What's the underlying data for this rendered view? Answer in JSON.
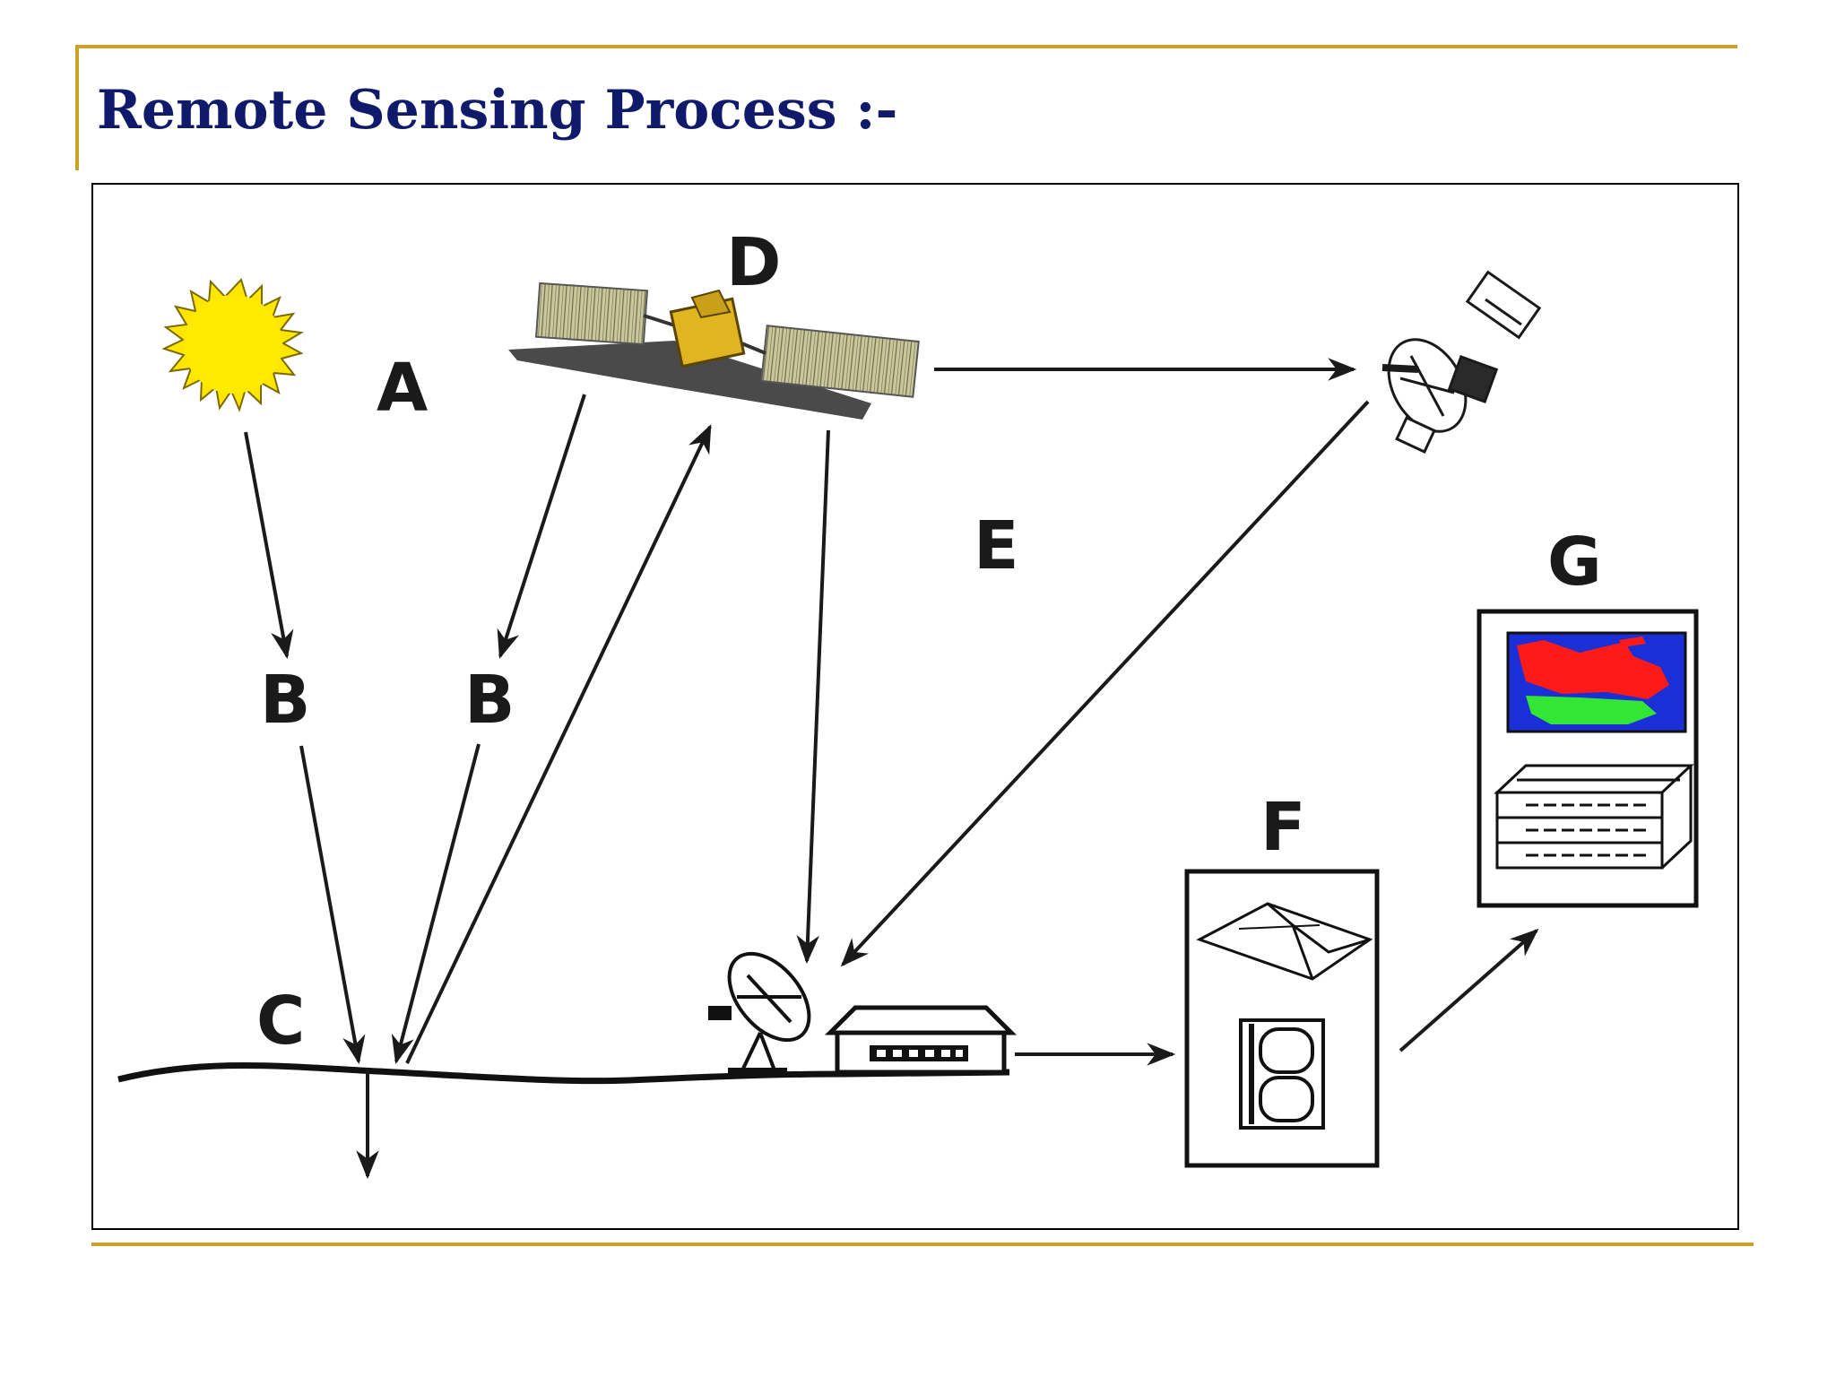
{
  "slide": {
    "title": "Remote Sensing Process :-"
  },
  "diagram": {
    "labels": {
      "A": "A",
      "B1": "B",
      "B2": "B",
      "C": "C",
      "D": "D",
      "E": "E",
      "F": "F",
      "G": "G"
    },
    "colors": {
      "sun": "#ffe600",
      "sun_outline": "#7a6a00",
      "solar_panel": "#c9c79b",
      "satellite_body": "#e0b51f",
      "map_red": "#ff1a1a",
      "map_green": "#33e633",
      "map_blue": "#1a2fd6",
      "accent_rule": "#c9a227",
      "title": "#101a6b"
    },
    "icons": [
      "sun-icon",
      "imaging-satellite-icon",
      "relay-satellite-icon",
      "ground-antenna-icon",
      "ground-station-icon",
      "processing-icon",
      "analysis-display-icon"
    ]
  }
}
